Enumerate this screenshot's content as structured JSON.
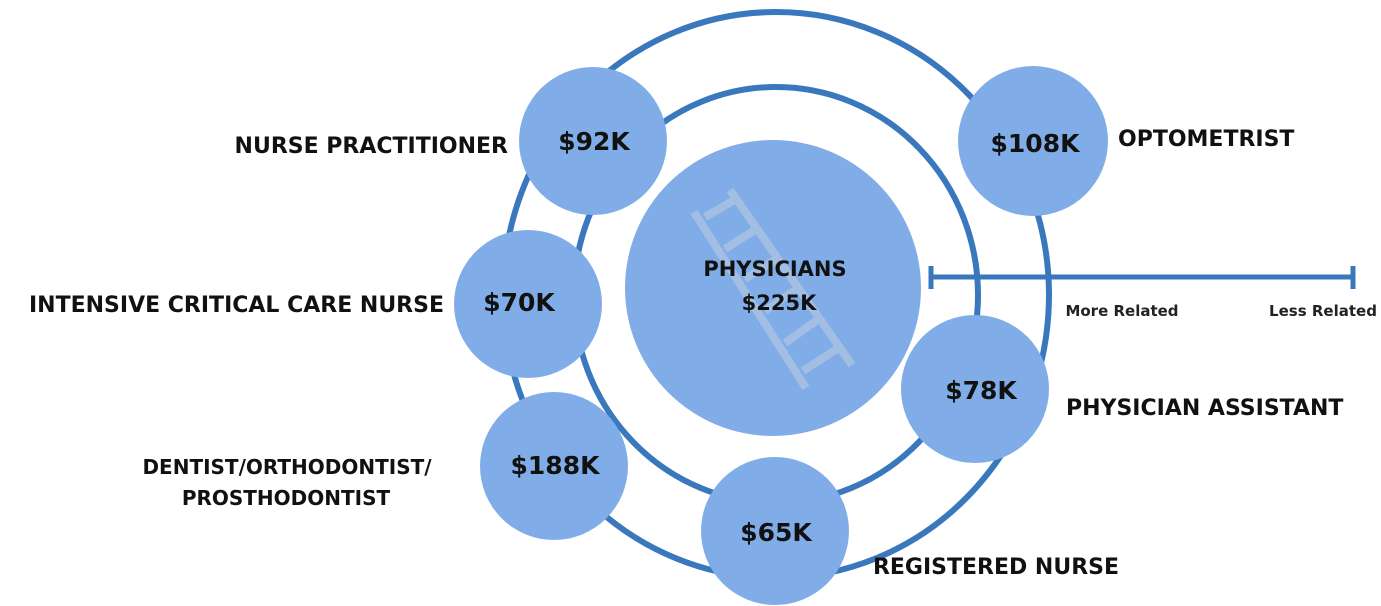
{
  "center": {
    "title": "PHYSICIANS",
    "salary": "$225K",
    "icon": "ladder-icon"
  },
  "occupations": [
    {
      "id": "nurse-practitioner",
      "label_lines": [
        "NURSE PRACTITIONER"
      ],
      "salary": "$92K"
    },
    {
      "id": "optometrist",
      "label_lines": [
        "OPTOMETRIST"
      ],
      "salary": "$108K"
    },
    {
      "id": "intensive-critical-care-nurse",
      "label_lines": [
        "INTENSIVE CRITICAL CARE NURSE"
      ],
      "salary": "$70K"
    },
    {
      "id": "physician-assistant",
      "label_lines": [
        "PHYSICIAN ASSISTANT"
      ],
      "salary": "$78K"
    },
    {
      "id": "dentist",
      "label_lines": [
        "DENTIST/ORTHODONTIST/",
        "PROSTHODONTIST"
      ],
      "salary": "$188K"
    },
    {
      "id": "registered-nurse",
      "label_lines": [
        "REGISTERED NURSE"
      ],
      "salary": "$65K"
    }
  ],
  "scale": {
    "left_label": "More Related",
    "right_label": "Less Related"
  },
  "colors": {
    "ring": "#3a78bd",
    "bubble": "#80ade7",
    "ladder": "#a9c3e3",
    "text": "#111111"
  }
}
